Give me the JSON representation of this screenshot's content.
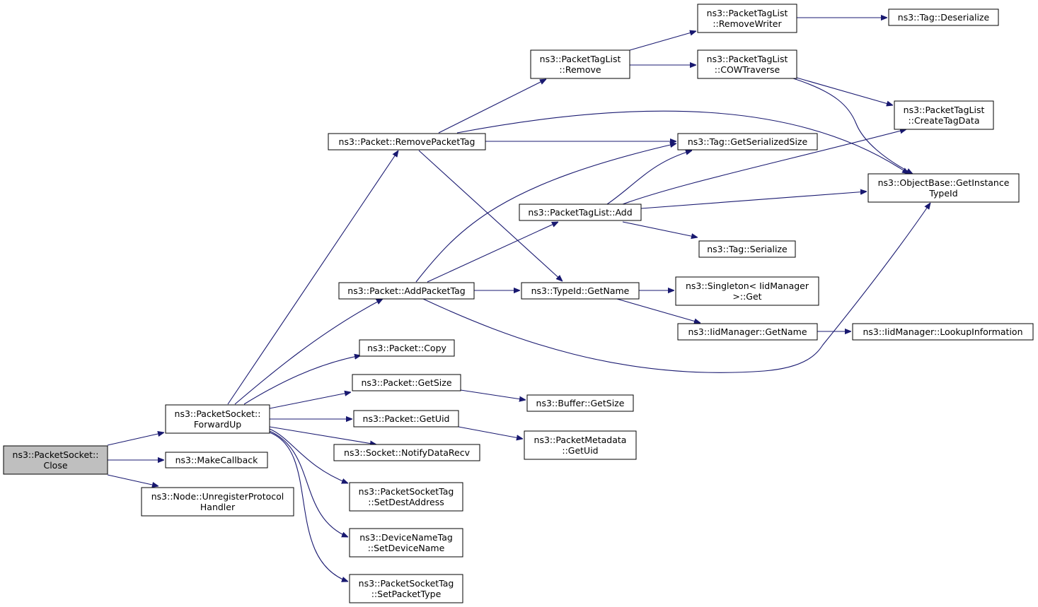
{
  "colors": {
    "edge": "#191970",
    "root_fill": "#bfbfbf",
    "node_fill": "#ffffff",
    "node_border": "#000000"
  },
  "nodes": [
    {
      "id": "close",
      "lines": [
        "ns3::PacketSocket::",
        "Close"
      ],
      "root": true
    },
    {
      "id": "forwardup",
      "lines": [
        "ns3::PacketSocket::",
        "ForwardUp"
      ]
    },
    {
      "id": "makecallback",
      "lines": [
        "ns3::MakeCallback"
      ]
    },
    {
      "id": "unregister",
      "lines": [
        "ns3::Node::UnregisterProtocol",
        "Handler"
      ]
    },
    {
      "id": "removepackettag",
      "lines": [
        "ns3::Packet::RemovePacketTag"
      ]
    },
    {
      "id": "addpackettag",
      "lines": [
        "ns3::Packet::AddPacketTag"
      ]
    },
    {
      "id": "copy",
      "lines": [
        "ns3::Packet::Copy"
      ]
    },
    {
      "id": "getsize",
      "lines": [
        "ns3::Packet::GetSize"
      ]
    },
    {
      "id": "getuid",
      "lines": [
        "ns3::Packet::GetUid"
      ]
    },
    {
      "id": "notifydatarecv",
      "lines": [
        "ns3::Socket::NotifyDataRecv"
      ]
    },
    {
      "id": "setdestaddress",
      "lines": [
        "ns3::PacketSocketTag",
        "::SetDestAddress"
      ]
    },
    {
      "id": "setdevicename",
      "lines": [
        "ns3::DeviceNameTag",
        "::SetDeviceName"
      ]
    },
    {
      "id": "setpackettype",
      "lines": [
        "ns3::PacketSocketTag",
        "::SetPacketType"
      ]
    },
    {
      "id": "ptlremove",
      "lines": [
        "ns3::PacketTagList",
        "::Remove"
      ]
    },
    {
      "id": "ptladd",
      "lines": [
        "ns3::PacketTagList::Add"
      ]
    },
    {
      "id": "typeidgetname",
      "lines": [
        "ns3::TypeId::GetName"
      ]
    },
    {
      "id": "buffergetsize",
      "lines": [
        "ns3::Buffer::GetSize"
      ]
    },
    {
      "id": "metadatagetuid",
      "lines": [
        "ns3::PacketMetadata",
        "::GetUid"
      ]
    },
    {
      "id": "removewriter",
      "lines": [
        "ns3::PacketTagList",
        "::RemoveWriter"
      ]
    },
    {
      "id": "cowtraverse",
      "lines": [
        "ns3::PacketTagList",
        "::COWTraverse"
      ]
    },
    {
      "id": "getserializedsize",
      "lines": [
        "ns3::Tag::GetSerializedSize"
      ]
    },
    {
      "id": "tagserialize",
      "lines": [
        "ns3::Tag::Serialize"
      ]
    },
    {
      "id": "singletonget",
      "lines": [
        "ns3::Singleton< IidManager",
        ">::Get"
      ]
    },
    {
      "id": "iidgetname",
      "lines": [
        "ns3::IidManager::GetName"
      ]
    },
    {
      "id": "deserialize",
      "lines": [
        "ns3::Tag::Deserialize"
      ]
    },
    {
      "id": "createtagdata",
      "lines": [
        "ns3::PacketTagList",
        "::CreateTagData"
      ]
    },
    {
      "id": "getinstancetypeid",
      "lines": [
        "ns3::ObjectBase::GetInstance",
        "TypeId"
      ]
    },
    {
      "id": "lookupinformation",
      "lines": [
        "ns3::IidManager::LookupInformation"
      ]
    }
  ]
}
